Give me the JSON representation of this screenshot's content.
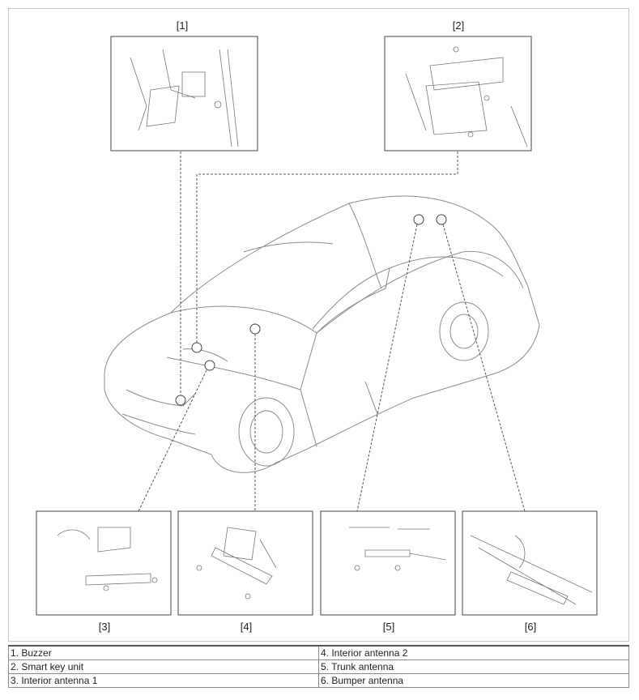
{
  "figure": {
    "callouts": [
      "[1]",
      "[2]",
      "[3]",
      "[4]",
      "[5]",
      "[6]"
    ]
  },
  "legend": {
    "left": [
      "1. Buzzer",
      "2. Smart key unit",
      "3. Interior antenna 1"
    ],
    "right": [
      "4. Interior antenna 2",
      "5. Trunk antenna",
      "6. Bumper antenna"
    ]
  },
  "colors": {
    "line": "#555555",
    "panel_border": "#444444",
    "frame": "#c9c9c9"
  }
}
